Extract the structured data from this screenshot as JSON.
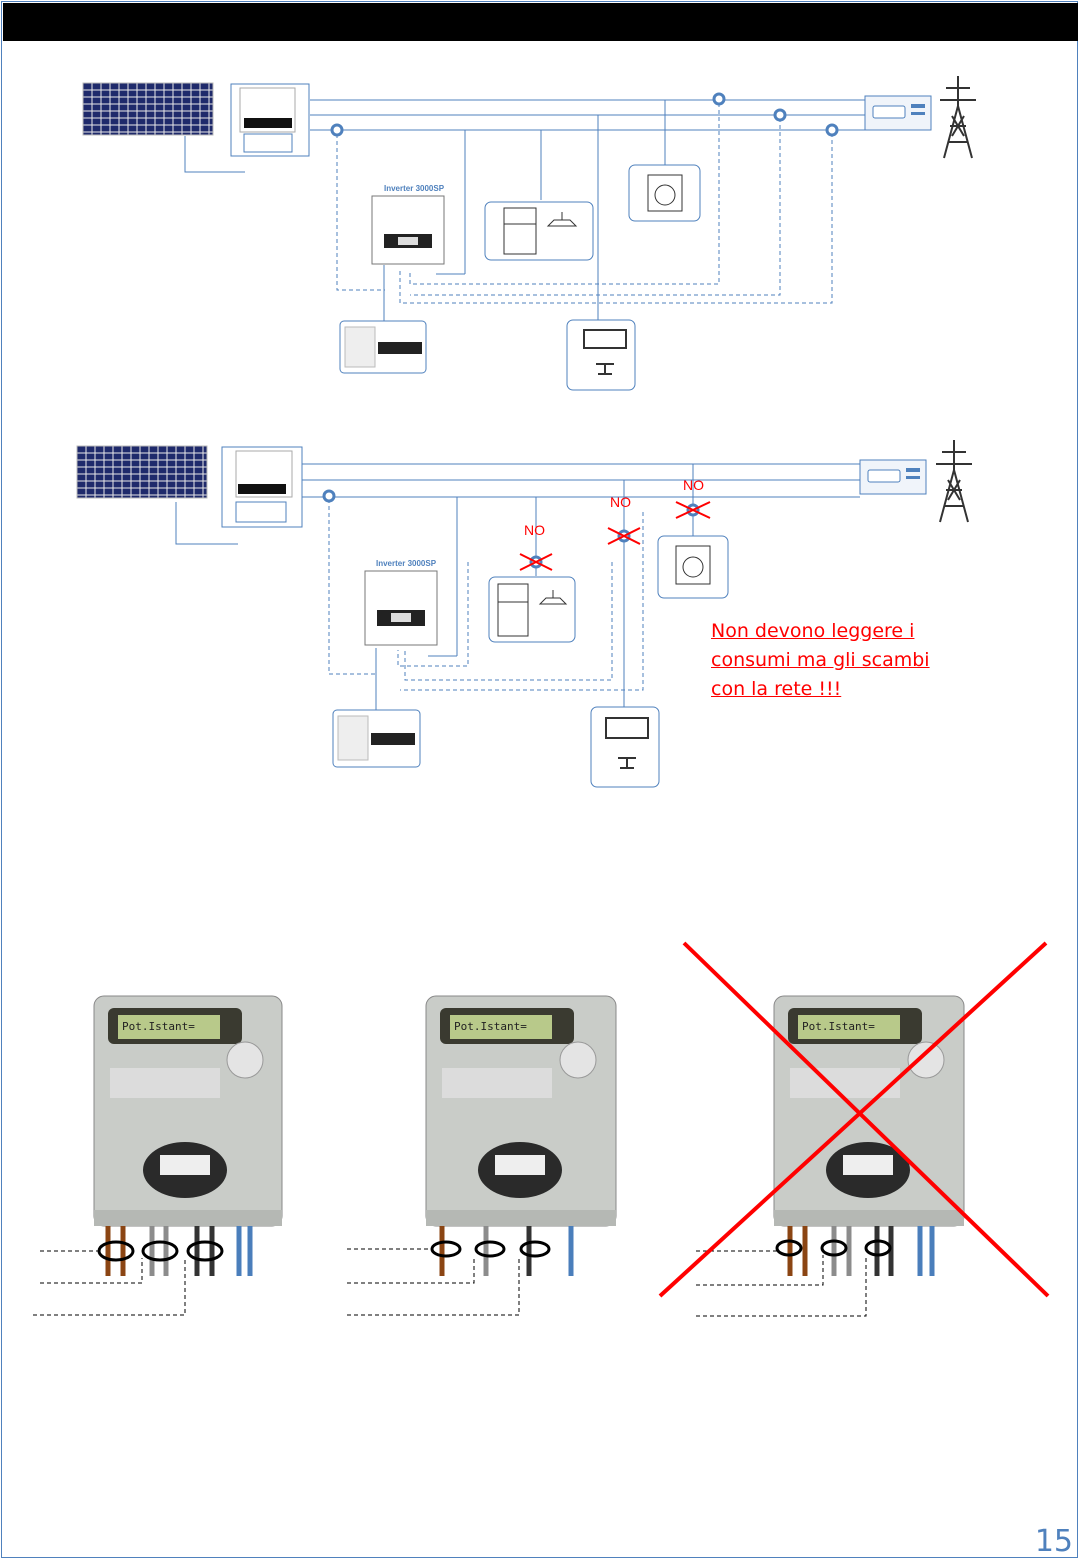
{
  "diagram1": {
    "inverter_label": "Inverter 3000SP"
  },
  "diagram2": {
    "inverter_label": "Inverter 3000SP",
    "no_labels": [
      "NO",
      "NO",
      "NO"
    ],
    "warning_lines": [
      "Non devono leggere i",
      "consumi ma gli scambi",
      "con la rete !!!"
    ]
  },
  "meter": {
    "display_text": "Pot.Istant="
  },
  "page_number": "15",
  "colors": {
    "accent": "#4f81bd",
    "warning": "#ff0000",
    "phase_brown": "#8b4513",
    "phase_grey": "#8c8c8c",
    "phase_black": "#333333",
    "neutral_blue": "#4a7ebb"
  }
}
